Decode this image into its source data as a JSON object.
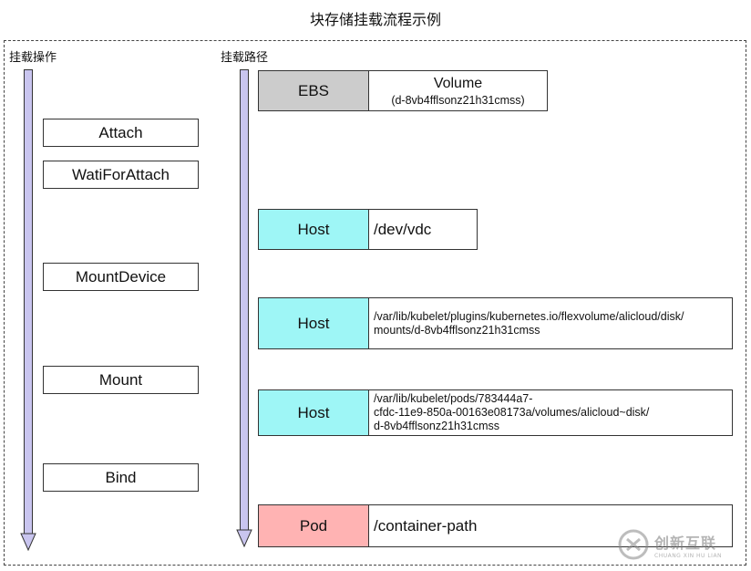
{
  "title": "块存储挂载流程示例",
  "columns": {
    "operations_label": "挂载操作",
    "paths_label": "挂载路径"
  },
  "operations": [
    {
      "label": "Attach"
    },
    {
      "label": "WatiForAttach"
    },
    {
      "label": "MountDevice"
    },
    {
      "label": "Mount"
    },
    {
      "label": "Bind"
    }
  ],
  "paths": [
    {
      "tag": "EBS",
      "title": "Volume",
      "value": "(d-8vb4fflsonz21h31cmss)",
      "color": "#cccccc"
    },
    {
      "tag": "Host",
      "value": "/dev/vdc",
      "color": "#9ef6f6"
    },
    {
      "tag": "Host",
      "value": "/var/lib/kubelet/plugins/kubernetes.io/flexvolume/alicloud/disk/\nmounts/d-8vb4fflsonz21h31cmss",
      "color": "#9ef6f6"
    },
    {
      "tag": "Host",
      "value": "/var/lib/kubelet/pods/783444a7-\ncfdc-11e9-850a-00163e08173a/volumes/alicloud~disk/\nd-8vb4fflsonz21h31cmss",
      "color": "#9ef6f6"
    },
    {
      "tag": "Pod",
      "value": "/container-path",
      "color": "#ffb3b3"
    }
  ],
  "colors": {
    "arrow_fill": "#c9c5ef"
  },
  "watermark": {
    "cn": "创新互联",
    "en": "CHUANG XIN HU LIAN"
  }
}
